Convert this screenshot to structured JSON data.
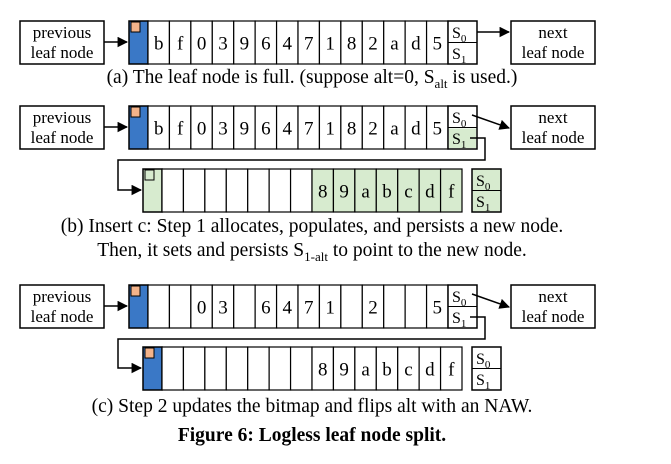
{
  "labels": {
    "previous": "previous",
    "next": "next",
    "leaf_node": "leaf node",
    "s0": "S",
    "s0_sub": "0",
    "s1": "S",
    "s1_sub": "1"
  },
  "rows": {
    "a_top": [
      "b",
      "f",
      "0",
      "3",
      "9",
      "6",
      "4",
      "7",
      "1",
      "8",
      "2",
      "a",
      "d",
      "5"
    ],
    "b_top": [
      "b",
      "f",
      "0",
      "3",
      "9",
      "6",
      "4",
      "7",
      "1",
      "8",
      "2",
      "a",
      "d",
      "5"
    ],
    "b_new": [
      "",
      "",
      "",
      "",
      "",
      "",
      "",
      "8",
      "9",
      "a",
      "b",
      "c",
      "d",
      "f"
    ],
    "c_top": [
      "",
      "",
      "0",
      "3",
      "",
      "6",
      "4",
      "7",
      "1",
      "",
      "2",
      "",
      "",
      "5"
    ],
    "c_new": [
      "",
      "",
      "",
      "",
      "",
      "",
      "",
      "8",
      "9",
      "a",
      "b",
      "c",
      "d",
      "f"
    ]
  },
  "captions": {
    "a": {
      "text_1": "(a) The leaf node is full. (suppose alt=0, S",
      "text_sub": "alt",
      "text_2": " is used.)"
    },
    "b_line1": "(b) Insert c: Step 1 allocates, populates, and persists a new node.",
    "b_line2": {
      "text_1": "Then, it sets and persists S",
      "text_sub": "1-alt",
      "text_2": " to point to the new node."
    },
    "c": "(c) Step 2 updates the bitmap and flips alt with an NAW.",
    "figure": "Figure 6: Logless leaf node split."
  },
  "colors": {
    "header_blue": "#3a78c6",
    "bitmap_orange": "#f3b38a",
    "new_node_green": "#d7ebcf",
    "stroke": "#000000"
  }
}
